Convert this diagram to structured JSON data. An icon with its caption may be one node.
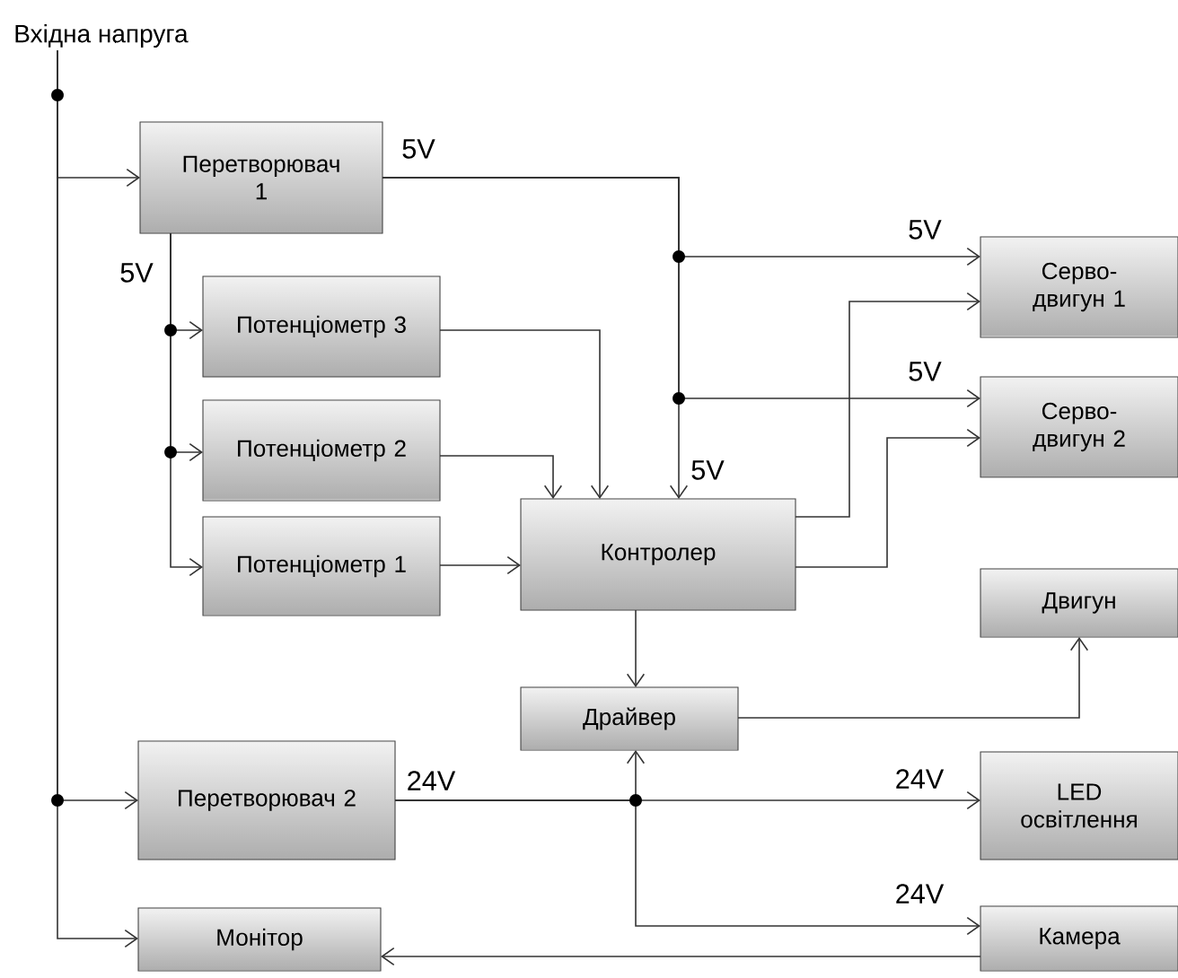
{
  "diagram": {
    "nodes": [
      {
        "text": [
          "Вхідна напруга"
        ]
      },
      {
        "text": [
          "Перетворювач 1"
        ]
      },
      {
        "text": [
          "Потенціометр 3"
        ]
      },
      {
        "text": [
          "Потенціометр 2"
        ]
      },
      {
        "text": [
          "Потенціометр 1"
        ]
      },
      {
        "text": [
          "Контролер"
        ]
      },
      {
        "text": [
          "Серво-двигун 1"
        ]
      },
      {
        "text": [
          "Серво-двигун 2"
        ]
      },
      {
        "text": [
          "Двигун"
        ]
      },
      {
        "text": [
          "Драйвер"
        ]
      },
      {
        "text": [
          "Перетворювач 2"
        ]
      },
      {
        "text": [
          "LED освітлення"
        ]
      },
      {
        "text": [
          "Монітор"
        ]
      },
      {
        "text": [
          "Камера"
        ]
      }
    ],
    "edges": [
      {
        "from": 0,
        "to": 1,
        "arrow": "to"
      },
      {
        "from": 0,
        "to": 10,
        "arrow": "to"
      },
      {
        "from": 0,
        "to": 12,
        "arrow": "to"
      },
      {
        "from": 1,
        "to": 5,
        "arrow": "to",
        "label": "5V"
      },
      {
        "from": 1,
        "to": 6,
        "arrow": "to",
        "label": "5V"
      },
      {
        "from": 1,
        "to": 7,
        "arrow": "to",
        "label": "5V"
      },
      {
        "from": 1,
        "to": 2,
        "arrow": "to"
      },
      {
        "from": 1,
        "to": 3,
        "arrow": "to"
      },
      {
        "from": 1,
        "to": 4,
        "arrow": "to"
      },
      {
        "from": 2,
        "to": 5,
        "arrow": "to"
      },
      {
        "from": 3,
        "to": 5,
        "arrow": "to"
      },
      {
        "from": 4,
        "to": 5,
        "arrow": "to"
      },
      {
        "from": 5,
        "to": 6,
        "arrow": "to"
      },
      {
        "from": 5,
        "to": 7,
        "arrow": "to"
      },
      {
        "from": 5,
        "to": 9,
        "arrow": "to"
      },
      {
        "from": 9,
        "to": 8,
        "arrow": "to"
      },
      {
        "from": 10,
        "to": 11,
        "arrow": "to",
        "label": "24V"
      },
      {
        "from": 10,
        "to": 9,
        "arrow": "to"
      },
      {
        "from": 10,
        "to": 13,
        "arrow": "to",
        "label": "24V"
      },
      {
        "from": 13,
        "to": 12,
        "arrow": "to"
      }
    ],
    "labels": [
      "5V",
      "5V",
      "24V"
    ]
  }
}
